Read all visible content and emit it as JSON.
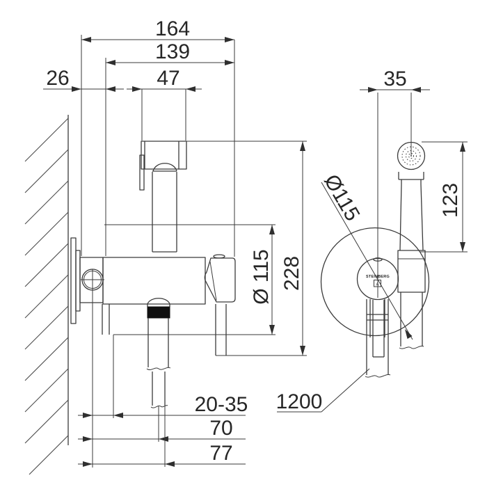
{
  "drawing": {
    "type": "technical-dimension-drawing",
    "subject": "wall-mounted concealed bidet hand shower set, side view and front view",
    "brand": "STEINBERG",
    "logo_mark": "A",
    "labels": {
      "total_depth": "164",
      "body_depth": "139",
      "head_width": "47",
      "plate_offset": "26",
      "total_height": "228",
      "plate_diameter_side": "Ø 115",
      "wall_range": "20-35",
      "outlet_depth": "70",
      "hose_depth": "77",
      "head_offset": "35",
      "plate_diameter_front": "Ø115",
      "head_height": "123",
      "hose_length": "1200"
    }
  }
}
